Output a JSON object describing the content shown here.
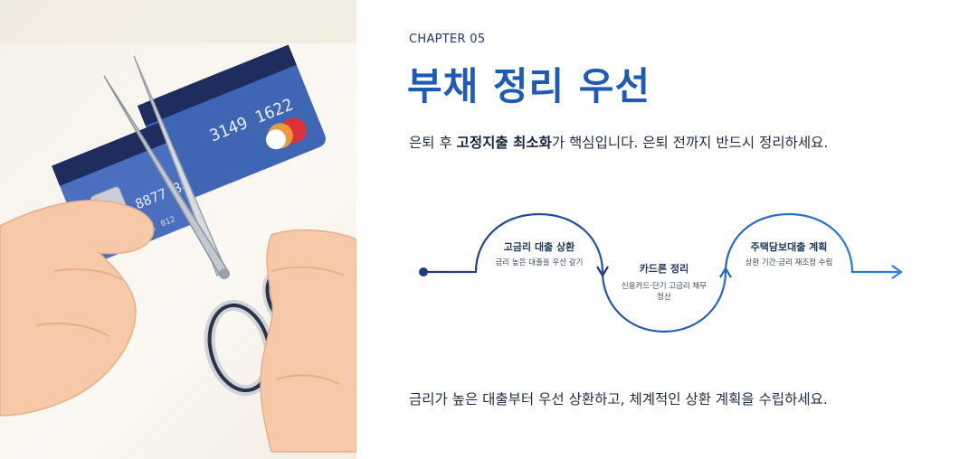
{
  "header": {
    "chapter": "CHAPTER 05",
    "title": "부채 정리 우선"
  },
  "intro": {
    "before": "은퇴 후 ",
    "emphasis": "고정지출 최소화",
    "after": "가 핵심입니다. 은퇴 전까지 반드시 정리하세요."
  },
  "steps": [
    {
      "title": "고금리 대출 상환",
      "desc": "금리 높은 대출을 우선 갚기"
    },
    {
      "title": "카드론 정리",
      "desc_line1": "신용카드·단기 고금리 채무",
      "desc_line2": "청산"
    },
    {
      "title": "주택담보대출 계획",
      "desc": "상환 기간·금리 재조정 수립"
    }
  ],
  "closing": "금리가 높은 대출부터 우선 상환하고, 체계적인 상환 계획을 수립하세요.",
  "illustration": {
    "card_number_top": "3149 1622",
    "card_number_bottom": "8877 38",
    "card_name": "CAM R. 012"
  },
  "colors": {
    "accent": "#1d5bb5",
    "line_dark": "#1f3a80",
    "line_light": "#2b7fe0",
    "text_dark": "#1f2c44"
  }
}
